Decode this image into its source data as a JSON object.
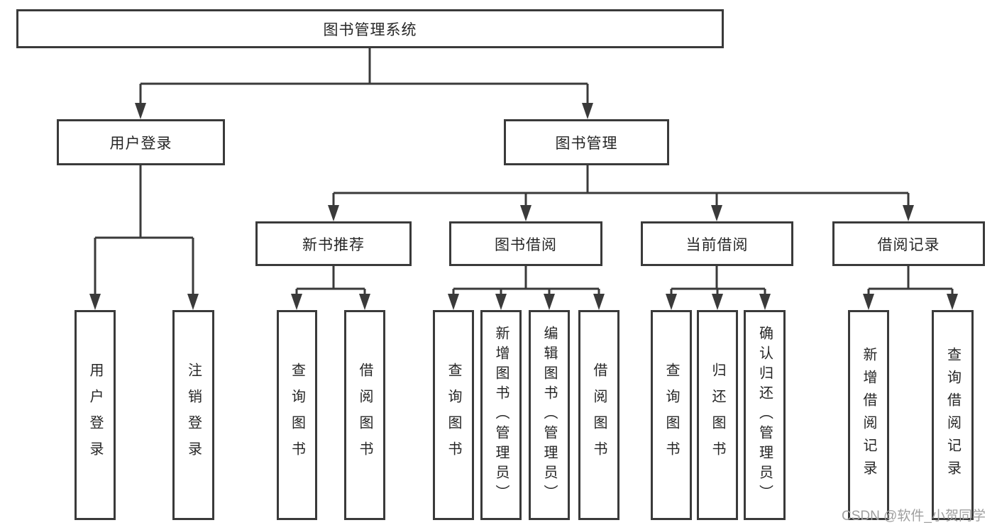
{
  "root": {
    "label": "图书管理系统"
  },
  "level2": [
    {
      "label": "用户登录"
    },
    {
      "label": "图书管理"
    }
  ],
  "level3": [
    {
      "label": "新书推荐",
      "parent": "图书管理"
    },
    {
      "label": "图书借阅",
      "parent": "图书管理"
    },
    {
      "label": "当前借阅",
      "parent": "图书管理"
    },
    {
      "label": "借阅记录",
      "parent": "图书管理"
    }
  ],
  "leaves": [
    {
      "label": "用户登录",
      "parent": "用户登录"
    },
    {
      "label": "注销登录",
      "parent": "用户登录"
    },
    {
      "label": "查询图书",
      "parent": "新书推荐"
    },
    {
      "label": "借阅图书",
      "parent": "新书推荐"
    },
    {
      "label": "查询图书",
      "parent": "图书借阅"
    },
    {
      "label": "新增图书（管理员）",
      "parent": "图书借阅"
    },
    {
      "label": "编辑图书（管理员）",
      "parent": "图书借阅"
    },
    {
      "label": "借阅图书",
      "parent": "图书借阅"
    },
    {
      "label": "查询图书",
      "parent": "当前借阅"
    },
    {
      "label": "归还图书",
      "parent": "当前借阅"
    },
    {
      "label": "确认归还（管理员）",
      "parent": "当前借阅"
    },
    {
      "label": "新增借阅记录",
      "parent": "借阅记录"
    },
    {
      "label": "查询借阅记录",
      "parent": "借阅记录"
    }
  ],
  "watermark": {
    "text": "CSDN @软件_小贺同学"
  },
  "colors": {
    "line": "#3a3a3a",
    "box_border": "#3a3a3a",
    "text": "#262626",
    "watermark": "#9f9f9f",
    "background": "#ffffff"
  }
}
